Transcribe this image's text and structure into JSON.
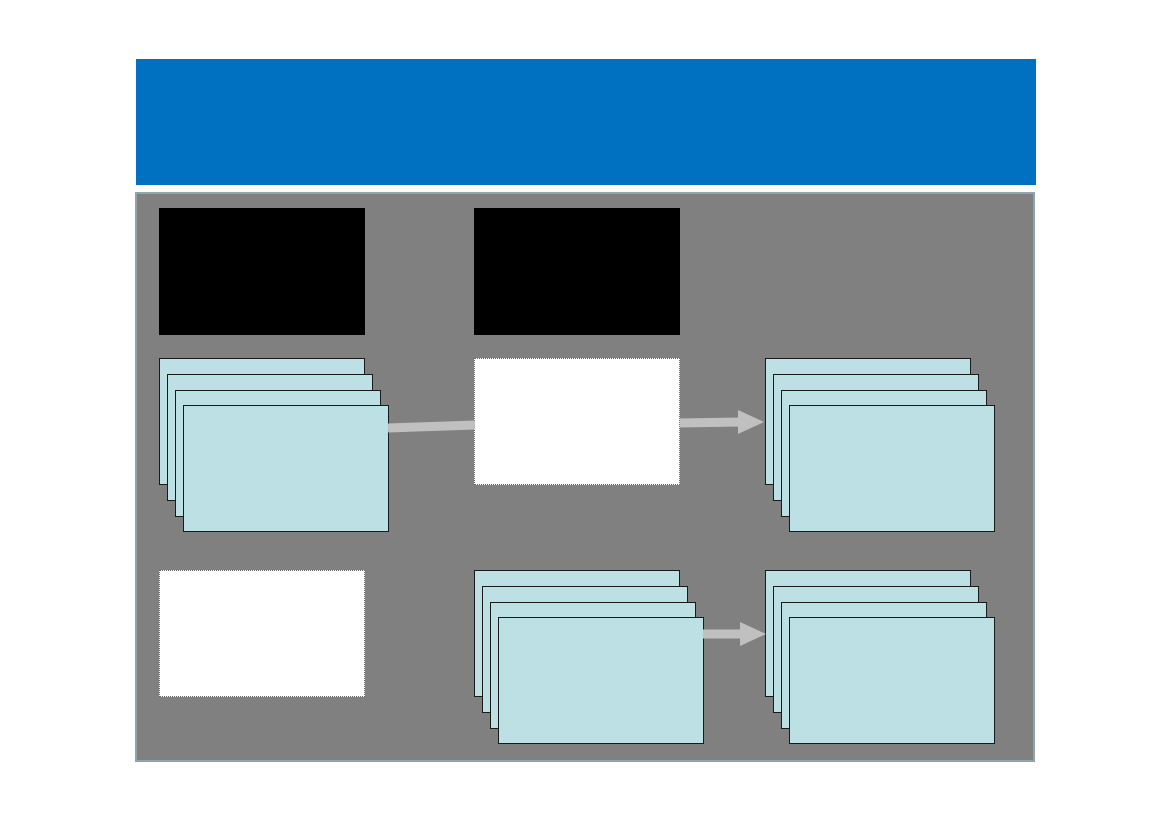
{
  "slide": {
    "title": "",
    "colors": {
      "header": "#0070c0",
      "panel": "#808080",
      "panel_border": "#8fa5ae",
      "card_fill": "#bce0e3",
      "card_border": "#1a1a1a",
      "arrow": "#c0c0c0",
      "placeholder_dark": "#000000",
      "placeholder_light": "#ffffff"
    }
  },
  "diagram": {
    "stacks": [
      {
        "id": "stack-left",
        "layers": 4
      },
      {
        "id": "stack-top-right",
        "layers": 4
      },
      {
        "id": "stack-bottom-middle",
        "layers": 4
      },
      {
        "id": "stack-bottom-right",
        "layers": 4
      }
    ],
    "connectors": [
      {
        "from": "stack-left",
        "to": "white-box-center",
        "arrowhead": false
      },
      {
        "from": "white-box-center",
        "to": "stack-top-right",
        "arrowhead": true
      },
      {
        "from": "stack-bottom-middle",
        "to": "stack-bottom-right",
        "arrowhead": true
      }
    ]
  }
}
